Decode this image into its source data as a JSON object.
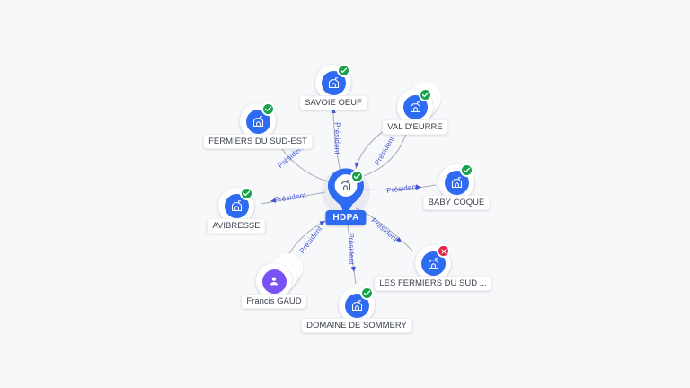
{
  "graph": {
    "background": "#f7f8fa",
    "center": {
      "name": "HDPA",
      "type": "company",
      "status": "active"
    },
    "nodes": [
      {
        "name": "SAVOIE OEUF",
        "type": "company",
        "status": "active"
      },
      {
        "name": "VAL D'EURRE",
        "type": "company",
        "status": "active",
        "stacked": true
      },
      {
        "name": "FERMIERS DU SUD-EST",
        "type": "company",
        "status": "active"
      },
      {
        "name": "AVIBRESSE",
        "type": "company",
        "status": "active"
      },
      {
        "name": "BABY COQUE",
        "type": "company",
        "status": "active"
      },
      {
        "name": "LES FERMIERS DU SUD ...",
        "type": "company",
        "status": "closed"
      },
      {
        "name": "Francis GAUD",
        "type": "person",
        "stacked": true
      },
      {
        "name": "DOMAINE DE SOMMERY",
        "type": "company",
        "status": "active"
      }
    ],
    "edges": [
      {
        "label": "Président",
        "from": "HDPA",
        "to": "SAVOIE OEUF"
      },
      {
        "label": "Président",
        "from": "HDPA",
        "to": "VAL D'EURRE"
      },
      {
        "label": "",
        "from": "VAL D'EURRE",
        "to": "HDPA"
      },
      {
        "label": "Président",
        "from": "HDPA",
        "to": "FERMIERS DU SUD-EST"
      },
      {
        "label": "Président",
        "from": "HDPA",
        "to": "AVIBRESSE"
      },
      {
        "label": "Président",
        "from": "HDPA",
        "to": "BABY COQUE"
      },
      {
        "label": "Président",
        "from": "HDPA",
        "to": "LES FERMIERS DU SUD ..."
      },
      {
        "label": "Président",
        "from": "HDPA",
        "to": "DOMAINE DE SOMMERY"
      },
      {
        "label": "Président",
        "from": "Francis GAUD",
        "to": "HDPA"
      }
    ],
    "colors": {
      "company_accent": "#2e6bf0",
      "person_accent": "#7a52f4",
      "active_badge": "#17a24b",
      "closed_badge": "#e5234a",
      "edge_line": "#a6aab4",
      "edge_label_and_arrow": "#4053d6",
      "center_pin": "#2e6bf0"
    }
  }
}
